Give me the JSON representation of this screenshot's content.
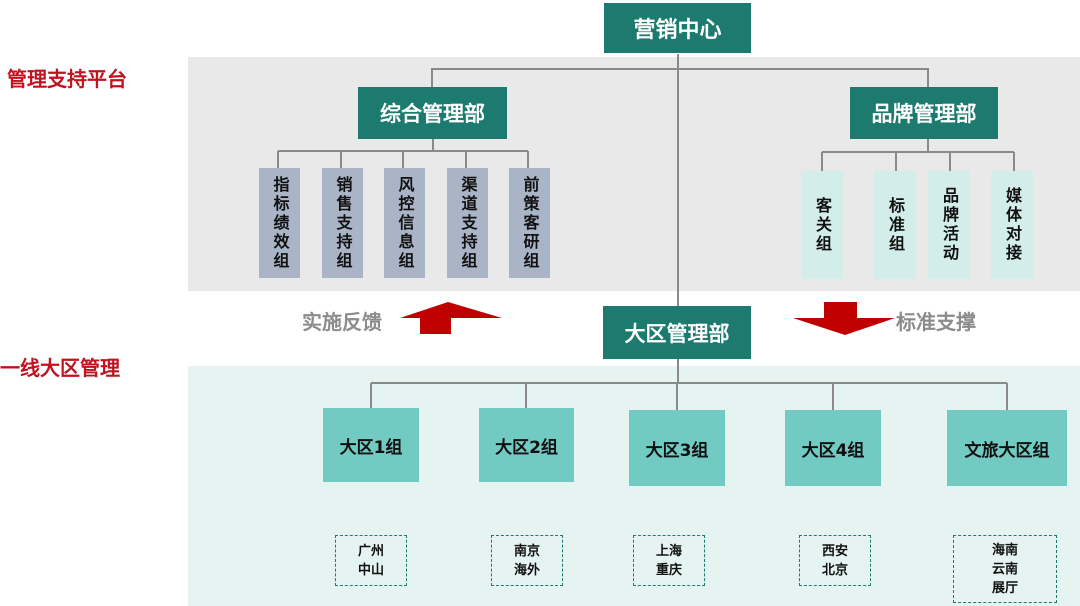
{
  "sections": {
    "top_label": "管理支持平台",
    "bottom_label": "一线大区管理"
  },
  "root": {
    "label": "营销中心"
  },
  "departments": [
    {
      "label": "综合管理部",
      "groups": [
        "指标绩效组",
        "销售支持组",
        "风控信息组",
        "渠道支持组",
        "前策客研组"
      ]
    },
    {
      "label": "品牌管理部",
      "groups": [
        "客关组",
        "标准组",
        "品牌活动",
        "媒体对接"
      ]
    }
  ],
  "regional": {
    "label": "大区管理部",
    "groups": [
      {
        "label": "大区1组",
        "cities": "广州\n中山"
      },
      {
        "label": "大区2组",
        "cities": "南京\n海外"
      },
      {
        "label": "大区3组",
        "cities": "上海\n重庆"
      },
      {
        "label": "大区4组",
        "cities": "西安\n北京"
      },
      {
        "label": "文旅大区组",
        "cities": "海南\n云南\n展厅"
      }
    ]
  },
  "flows": {
    "feedback_label": "实施反馈",
    "support_label": "标准支撑"
  },
  "colors": {
    "dark_teal": "#1c7b6e",
    "mid_teal": "#71cbc2",
    "light_teal": "#d3eeea",
    "slate": "#a9b4c6",
    "red": "#c1121f",
    "gray_band": "#e9e9e9",
    "teal_band": "#e5f3f1"
  }
}
